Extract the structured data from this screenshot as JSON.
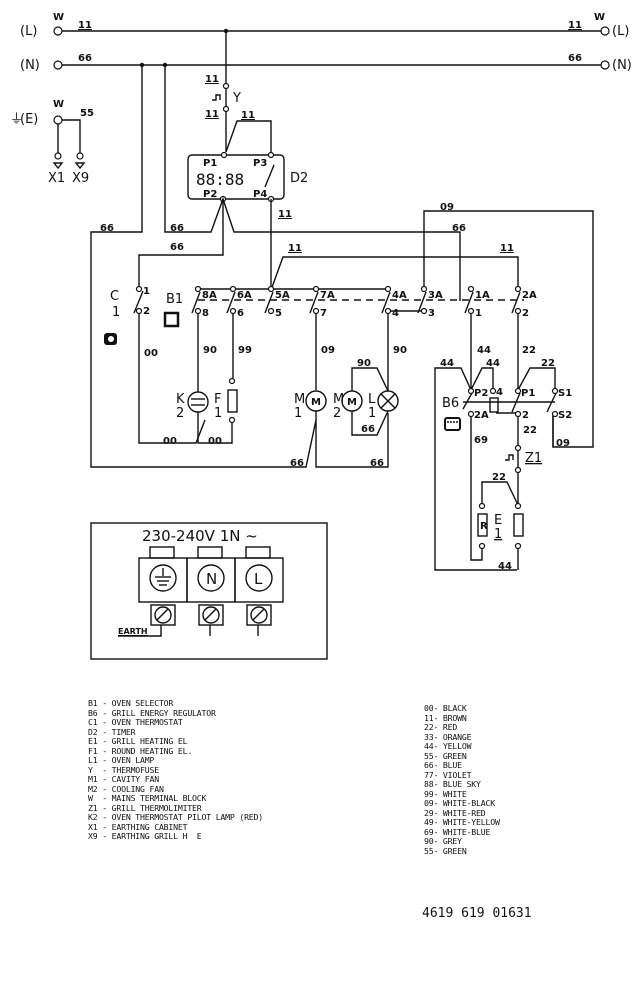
{
  "supply": {
    "L_label": "(L)",
    "N_label": "(N)",
    "E_label": "(E)",
    "terminal_block_mark": "W",
    "wire_L": "11",
    "wire_N": "66",
    "wire_E": "55",
    "earth_X1": "X1",
    "earth_X9": "X9"
  },
  "components": {
    "thermofuse": "Y",
    "timer": "D2",
    "timer_display": "88:88",
    "timer_pins": [
      "P1",
      "P2",
      "P3",
      "P4"
    ],
    "thermostat": "C",
    "thermostat_num": "1",
    "thermostat_pins": [
      "1",
      "2"
    ],
    "selector": "B1",
    "selector_contacts_top": [
      "8A",
      "6A",
      "5A",
      "7A",
      "4A",
      "3A",
      "1A",
      "2A"
    ],
    "selector_contacts_bottom": [
      "8",
      "6",
      "5",
      "7",
      "4",
      "3",
      "1",
      "2"
    ],
    "pilot_lamp": [
      "K",
      "2"
    ],
    "round_heater": [
      "F",
      "1"
    ],
    "cavity_fan": [
      "M",
      "1"
    ],
    "cooling_fan": [
      "M",
      "2"
    ],
    "oven_lamp": [
      "L",
      "1"
    ],
    "energy_regulator": "B6",
    "energy_regulator_pins": [
      "P2",
      "4",
      "P1",
      "S1",
      "2A",
      "2",
      "S2",
      "R"
    ],
    "thermolimiter": "Z1",
    "grill_element": [
      "E",
      "1"
    ],
    "grill_element_R": "R"
  },
  "wire_codes": [
    "11",
    "66",
    "11",
    "11",
    "11",
    "66",
    "66",
    "66",
    "09",
    "66",
    "11",
    "00",
    "90",
    "99",
    "09",
    "90",
    "90",
    "66",
    "00",
    "00",
    "66",
    "66",
    "44",
    "44",
    "44",
    "22",
    "22",
    "22",
    "69",
    "22",
    "09",
    "22",
    "44"
  ],
  "terminal_box": {
    "title": "230-240V 1N ~",
    "terminals": [
      "E",
      "N",
      "L"
    ],
    "earth_label": "EARTH"
  },
  "legend_components": [
    "B1 - OVEN SELECTOR",
    "B6 - GRILL ENERGY REGULATOR",
    "C1 - OVEN THERMOSTAT",
    "D2 - TIMER",
    "E1 - GRILL HEATING EL",
    "F1 - ROUND HEATING EL.",
    "L1 - OVEN LAMP",
    "Y  - THERMOFUSE",
    "M1 - CAVITY FAN",
    "M2 - COOLING FAN",
    "W  - MAINS TERMINAL BLOCK",
    "Z1 - GRILL THERMOLIMITER",
    "K2 - OVEN THERMOSTAT PILOT LAMP (RED)",
    "X1 - EARTHING CABINET",
    "X9 - EARTHING GRILL H  E"
  ],
  "legend_colors": [
    "00- BLACK",
    "11- BROWN",
    "22- RED",
    "33- ORANGE",
    "44- YELLOW",
    "55- GREEN",
    "66- BLUE",
    "77- VIOLET",
    "88- BLUE SKY",
    "99- WHITE",
    "09- WHITE-BLACK",
    "29- WHITE-RED",
    "49- WHITE-YELLOW",
    "69- WHITE-BLUE",
    "90- GREY",
    "55- GREEN"
  ],
  "part_number": "4619 619 01631"
}
